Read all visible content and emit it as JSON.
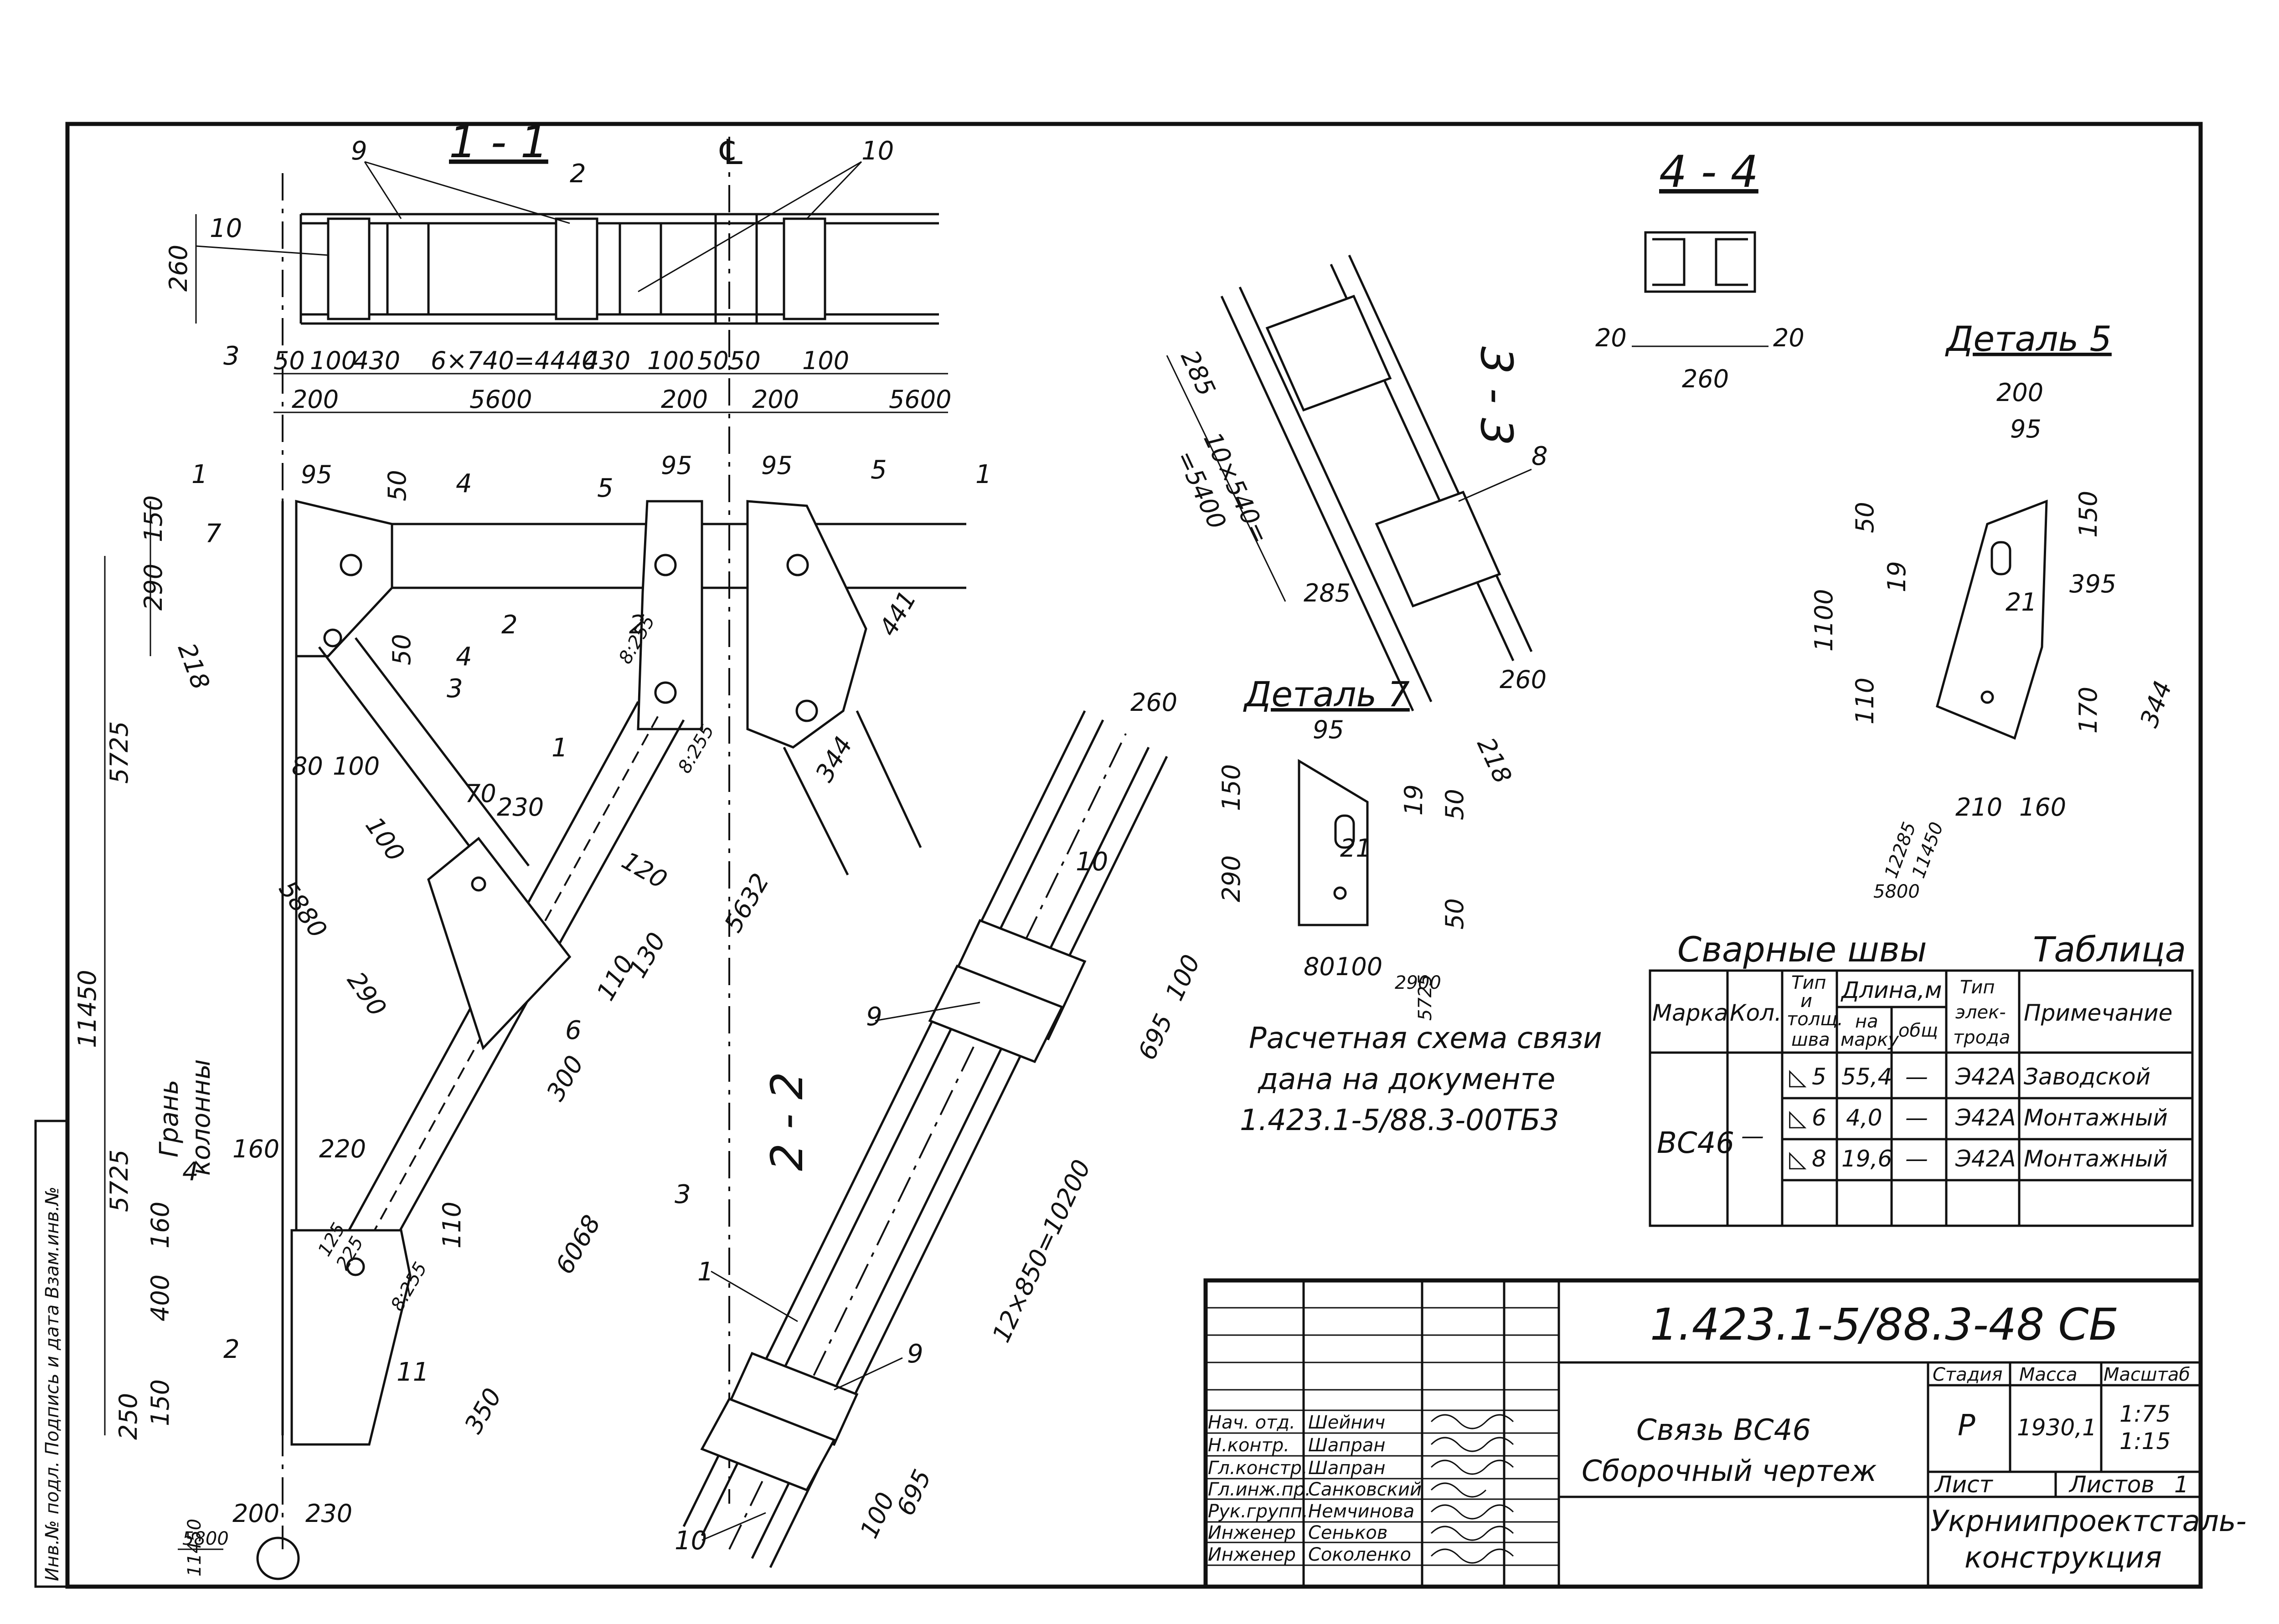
{
  "drawing": {
    "code": "1.423.1-5/88.3-48 СБ",
    "title_line1": "Связь ВС46",
    "title_line2": "Сборочный чертеж",
    "organization_line1": "Укрниипроектсталь-",
    "organization_line2": "конструкция",
    "side_stamp": "Инв.№ подл. Подпись и дата Взам.инв.№"
  },
  "title_block": {
    "stage_header": "Стадия",
    "mass_header": "Масса",
    "scale_header": "Масштаб",
    "stage": "Р",
    "mass": "1930,1",
    "scale_1": "1:75",
    "scale_2": "1:15",
    "sheet_label": "Лист",
    "sheets_label": "Листов",
    "sheets_count": "1",
    "staff": [
      {
        "role": "Нач. отд.",
        "name": "Шейнич"
      },
      {
        "role": "Н.контр.",
        "name": "Шапран"
      },
      {
        "role": "Гл.констр.",
        "name": "Шапран"
      },
      {
        "role": "Гл.инж.пр.",
        "name": "Санковский"
      },
      {
        "role": "Рук.групп.",
        "name": "Немчинова"
      },
      {
        "role": "Инженер",
        "name": "Сеньков"
      },
      {
        "role": "Инженер",
        "name": "Соколенко"
      }
    ]
  },
  "weld_table": {
    "title": "Сварные швы",
    "caption": "Таблица",
    "headers": {
      "mark": "Марка",
      "qty": "Кол.",
      "type_1": "Тип",
      "type_2": "и",
      "type_3": "толщ.",
      "type_4": "шва",
      "length": "Длина,м",
      "per_mark_1": "на",
      "per_mark_2": "марку",
      "total": "общ",
      "electrode_1": "Тип",
      "electrode_2": "элек-",
      "electrode_3": "трода",
      "note": "Примечание"
    },
    "mark": "ВС46",
    "qty": "—",
    "rows": [
      {
        "weld": "5",
        "per_mark": "55,4",
        "total": "—",
        "electrode": "Э42А",
        "note": "Заводской"
      },
      {
        "weld": "6",
        "per_mark": "4,0",
        "total": "—",
        "electrode": "Э42А",
        "note": "Монтажный"
      },
      {
        "weld": "8",
        "per_mark": "19,6",
        "total": "—",
        "electrode": "Э42А",
        "note": "Монтажный"
      }
    ]
  },
  "note": {
    "line1": "Расчетная схема связи",
    "line2": "дана на документе",
    "line3": "1.423.1-5/88.3-00ТБ3"
  },
  "views": {
    "section_1_1": "1 - 1",
    "section_2_2": "2 - 2",
    "section_3_3": "3 - 3",
    "section_4_4": "4 - 4",
    "detail_5": "Деталь 5",
    "detail_7": "Деталь 7",
    "column_face_1": "Грань",
    "column_face_2": "колонны"
  },
  "dims_1_1": {
    "height": "260",
    "d50a": "50",
    "d100a": "100",
    "d430a": "430",
    "pitch": "6×740=4440",
    "d430b": "430",
    "d100b": "100",
    "d50b": "50",
    "d50c": "50",
    "d100c": "100",
    "d200a": "200",
    "span1": "5600",
    "d200b": "200",
    "d200c": "200",
    "span2": "5600"
  },
  "dims_main": {
    "d95a": "95",
    "d50a": "50",
    "d95b": "95",
    "d95c": "95",
    "d150": "150",
    "d290": "290",
    "d218": "218",
    "d50b": "50",
    "d5725a": "5725",
    "d11450": "11450",
    "d5725b": "5725",
    "d80": "80",
    "d100": "100",
    "d70": "70",
    "d230": "230",
    "d100b": "100",
    "d5880": "5880",
    "d290b": "290",
    "d120": "120",
    "d110": "110",
    "d130": "130",
    "d300": "300",
    "d5632": "5632",
    "d6068": "6068",
    "d441": "441",
    "d344": "344",
    "d160": "160",
    "d220": "220",
    "d160b": "160",
    "d400": "400",
    "d110b": "110",
    "d250": "250",
    "d150b": "150",
    "d350": "350",
    "d200": "200",
    "d230b": "230",
    "d125": "125",
    "d225": "225",
    "d8_255a": "8:255",
    "d8_255b": "8:255",
    "d8_255c": "8:255",
    "frac_top": "5800",
    "frac_bot": "11450"
  },
  "dims_2_2": {
    "d260": "260",
    "d100": "100",
    "d695a": "695",
    "pitch": "12×850=10200",
    "d695b": "695",
    "d100b": "100"
  },
  "dims_3_3": {
    "d285a": "285",
    "pitch_1": "10×540=",
    "pitch_2": "=5400",
    "d285b": "285",
    "d260": "260",
    "d218": "218"
  },
  "dims_4_4": {
    "d20a": "20",
    "d20b": "20",
    "d260": "260"
  },
  "dims_detail5": {
    "d200": "200",
    "d95": "95",
    "d50": "50",
    "d150": "150",
    "d1100": "1100",
    "d19": "19",
    "d21": "21",
    "d395": "395",
    "d110": "110",
    "d170": "170",
    "d344": "344",
    "d210": "210",
    "d160": "160",
    "frac_a": "12285",
    "frac_b": "11450",
    "frac_c": "5800"
  },
  "dims_detail7": {
    "d95": "95",
    "d150": "150",
    "d290": "290",
    "d19": "19",
    "d50": "50",
    "d21": "21",
    "d50b": "50",
    "d80": "80",
    "d100": "100",
    "frac_top": "2900",
    "frac_bot": "5725"
  },
  "marks": {
    "m1": "1",
    "m2": "2",
    "m3": "3",
    "m4": "4",
    "m5": "5",
    "m6": "6",
    "m7": "7",
    "m8": "8",
    "m9": "9",
    "m10": "10",
    "m11": "11"
  },
  "cut_marks": {
    "c1": "1",
    "c2": "2",
    "c3": "3",
    "c4": "4"
  }
}
